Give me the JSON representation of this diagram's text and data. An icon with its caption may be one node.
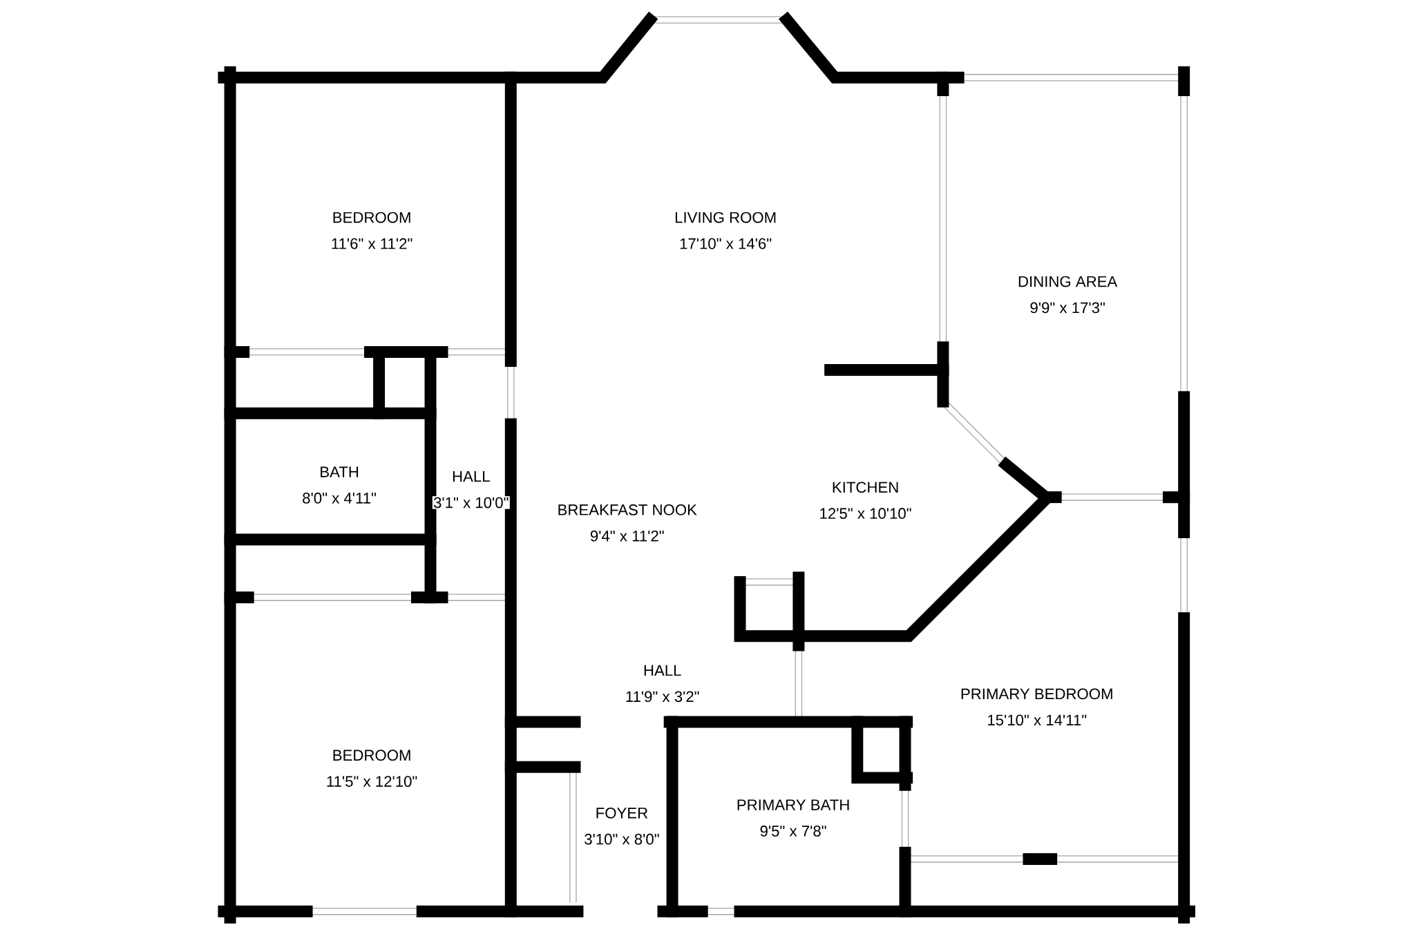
{
  "diagram": {
    "labels": [
      "BEDROOM",
      "11'6\" x 11'2\"",
      "LIVING ROOM",
      "17'10\" x 14'6\"",
      "DINING AREA",
      "9'9\" x 17'3\"",
      "BATH",
      "8'0\" x 4'11\"",
      "HALL",
      "3'1\" x 10'0\"",
      "BREAKFAST NOOK",
      "9'4\" x 11'2\"",
      "KITCHEN",
      "12'5\" x 10'10\"",
      "HALL",
      "11'9\" x 3'2\"",
      "PRIMARY BEDROOM",
      "15'10\" x 14'11\"",
      "BEDROOM",
      "11'5\" x 12'10\"",
      "FOYER",
      "3'10\" x 8'0\"",
      "PRIMARY BATH",
      "9'5\" x 7'8\""
    ]
  }
}
